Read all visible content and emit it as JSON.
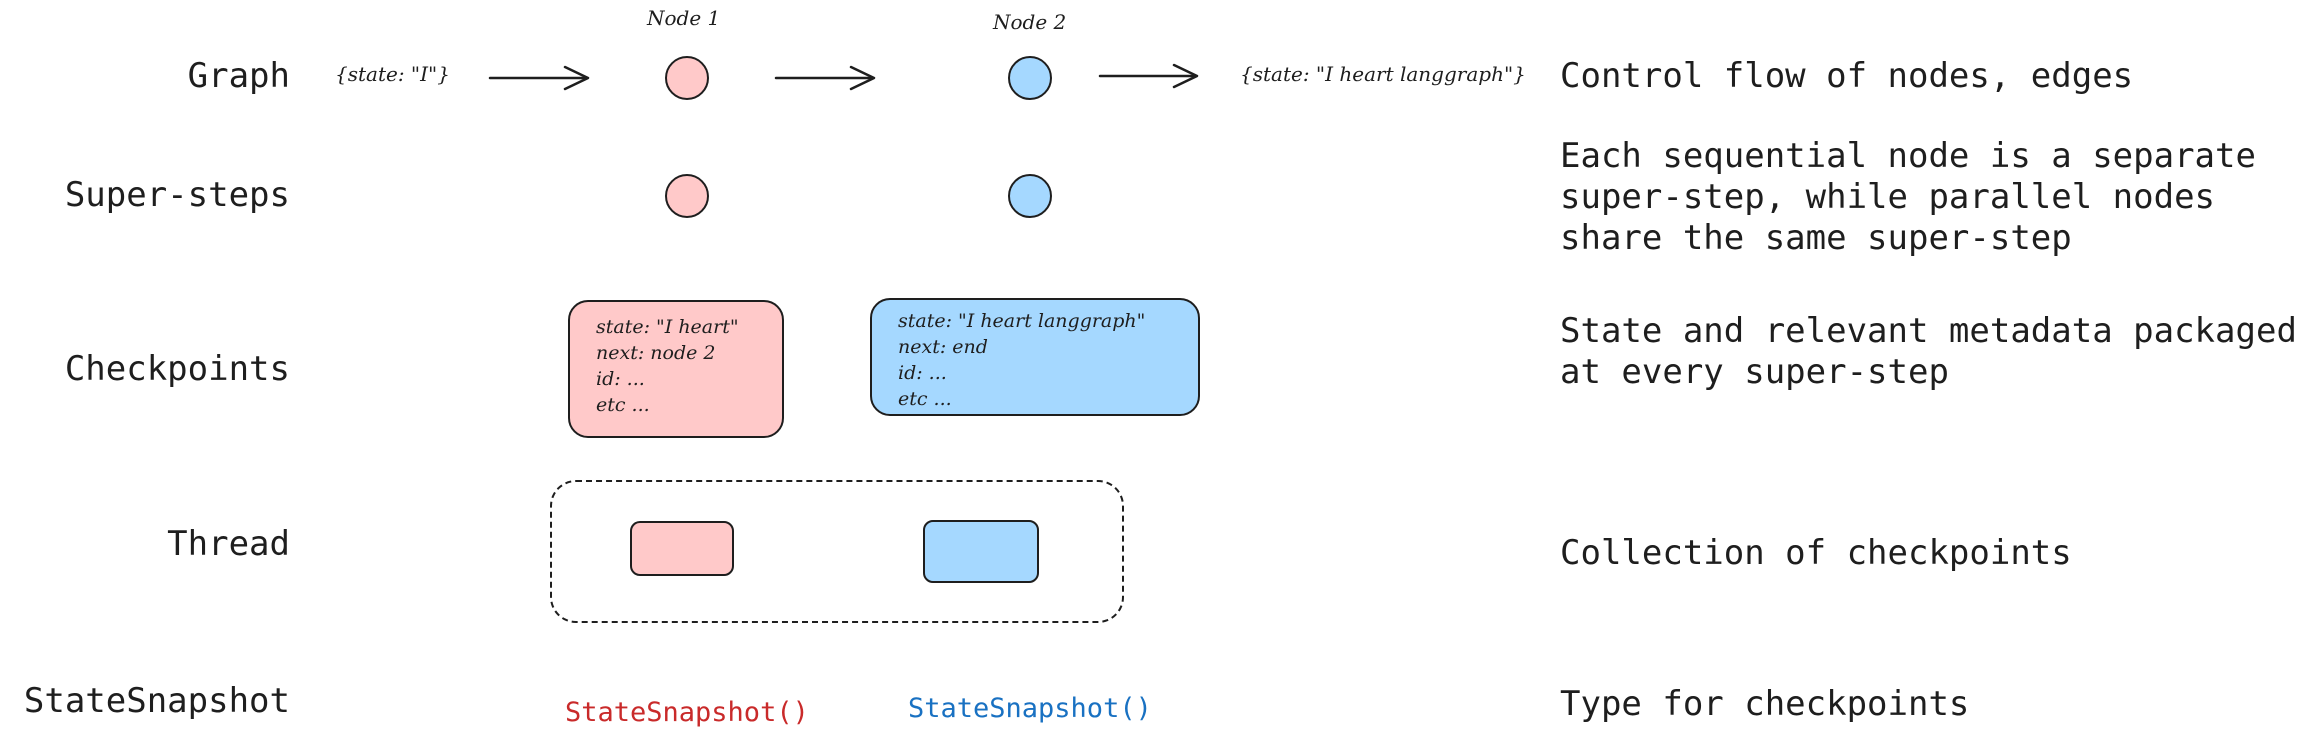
{
  "rows": {
    "graph": "Graph",
    "supersteps": "Super-steps",
    "checkpoints": "Checkpoints",
    "thread": "Thread",
    "statesnapshot": "StateSnapshot"
  },
  "graph": {
    "input_state": "{state: \"I\"}",
    "output_state": "{state: \"I heart langgraph\"}",
    "node1_title": "Node 1",
    "node2_title": "Node 2"
  },
  "checkpoints": {
    "node1": [
      "state: \"I heart\"",
      "next: node 2",
      "id: ...",
      "etc ..."
    ],
    "node2": [
      "state: \"I heart langgraph\"",
      "next: end",
      "id: ...",
      "etc ..."
    ]
  },
  "snapshots": {
    "node1": "StateSnapshot()",
    "node2": "StateSnapshot()"
  },
  "descriptions": {
    "graph": "Control flow of nodes, edges",
    "supersteps": "Each sequential node is a separate\nsuper-step, while parallel nodes\nshare the same super-step",
    "checkpoints": "State and relevant metadata packaged\nat every super-step",
    "thread": "Collection of checkpoints",
    "statesnapshot": "Type for checkpoints"
  },
  "colors": {
    "node1": "#ffc9c9",
    "node2": "#a5d8ff",
    "snapshot1_text": "#c92a2a",
    "snapshot2_text": "#1971c2",
    "stroke": "#1e1e1e"
  }
}
